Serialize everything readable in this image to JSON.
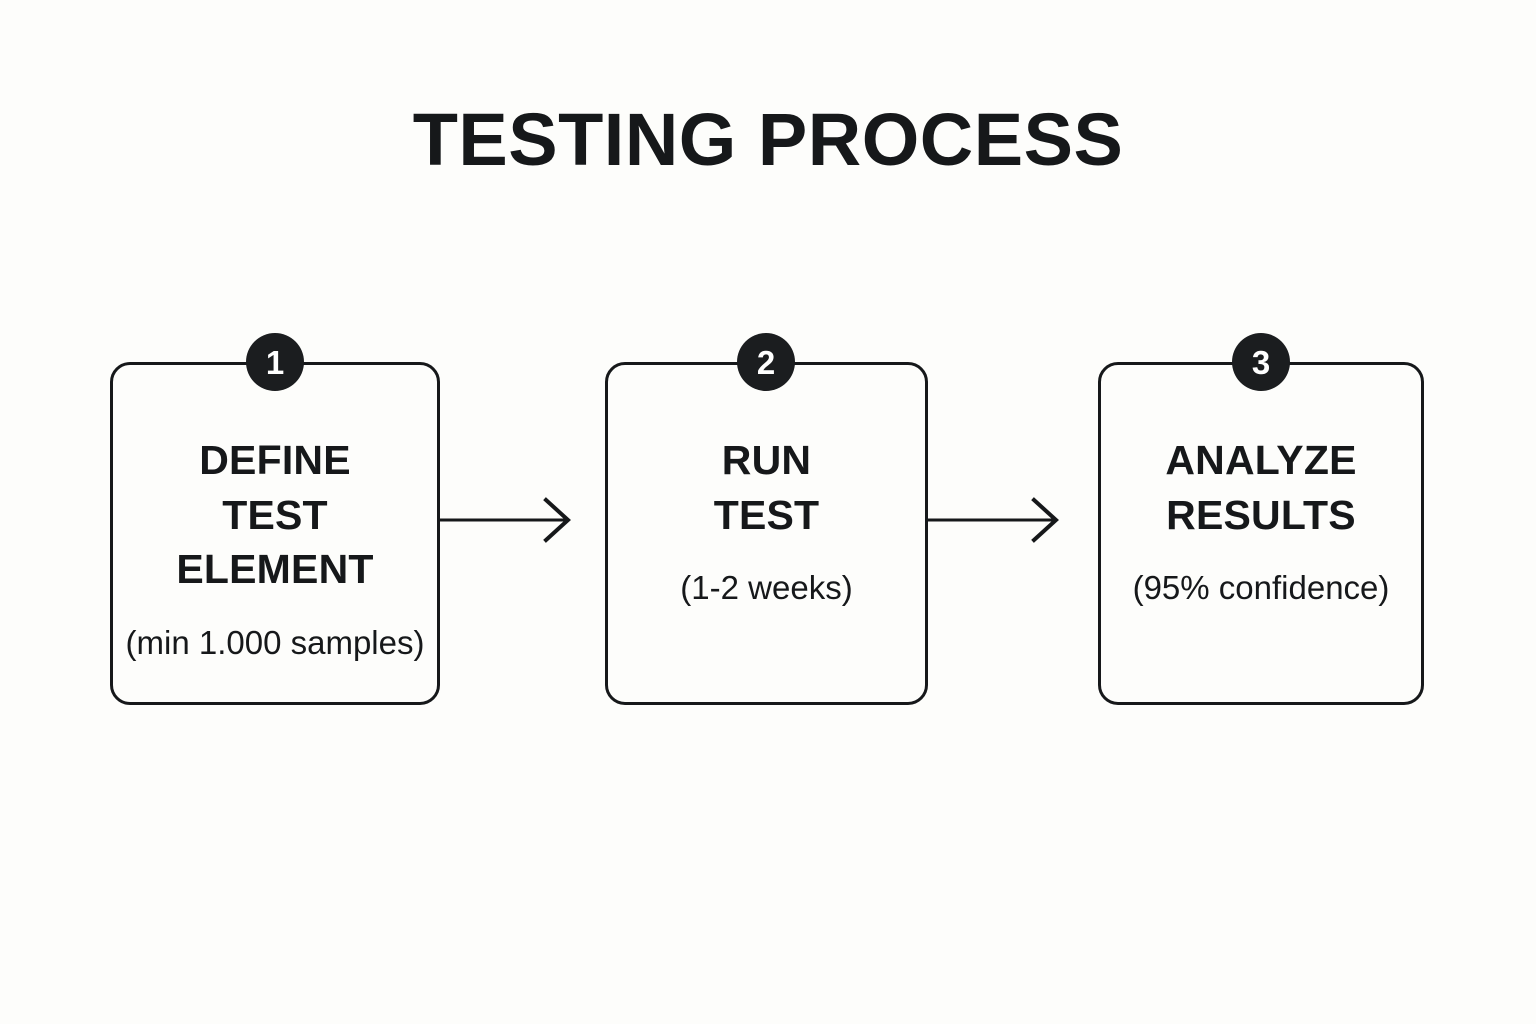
{
  "diagram": {
    "title": "TESTING PROCESS",
    "type": "process-flow",
    "colors": {
      "background": "#fdfdfb",
      "stroke": "#16181a",
      "badge_fill": "#1b1d1f",
      "badge_text": "#ffffff"
    },
    "steps": [
      {
        "number": "1",
        "heading": "DEFINE\nTEST\nELEMENT",
        "subtitle": "(min 1.000 samples)"
      },
      {
        "number": "2",
        "heading": "RUN\nTEST",
        "subtitle": "(1-2 weeks)"
      },
      {
        "number": "3",
        "heading": "ANALYZE\nRESULTS",
        "subtitle": "(95% confidence)"
      }
    ],
    "connectors": [
      {
        "from": "1",
        "to": "2",
        "icon": "arrow-right-icon"
      },
      {
        "from": "2",
        "to": "3",
        "icon": "arrow-right-icon"
      }
    ]
  }
}
